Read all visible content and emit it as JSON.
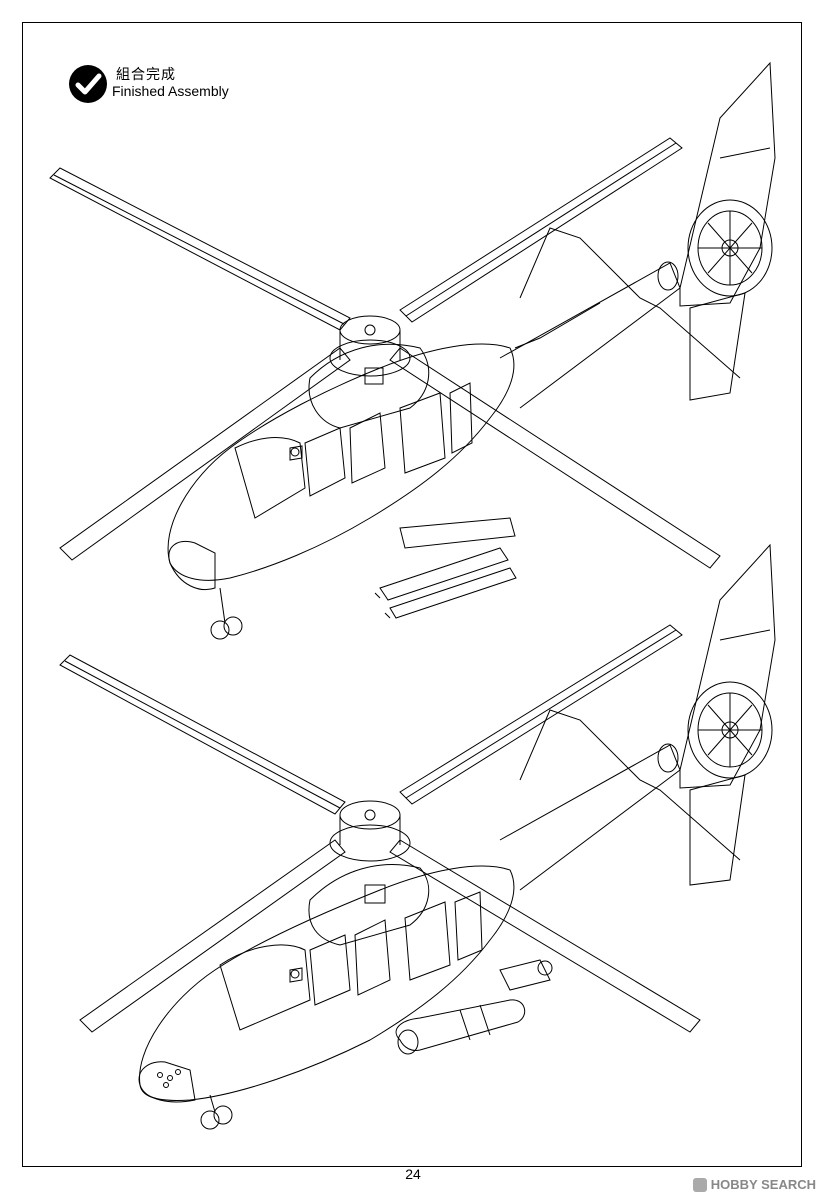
{
  "header": {
    "title_cn": "組合完成",
    "title_en": "Finished Assembly",
    "badge_icon": "check-circle-icon"
  },
  "illustrations": [
    {
      "id": "top",
      "loadout": "missile-racks"
    },
    {
      "id": "bottom",
      "loadout": "torpedo-pods"
    }
  ],
  "footer": {
    "page_number": "24",
    "watermark": "HOBBY SEARCH"
  }
}
